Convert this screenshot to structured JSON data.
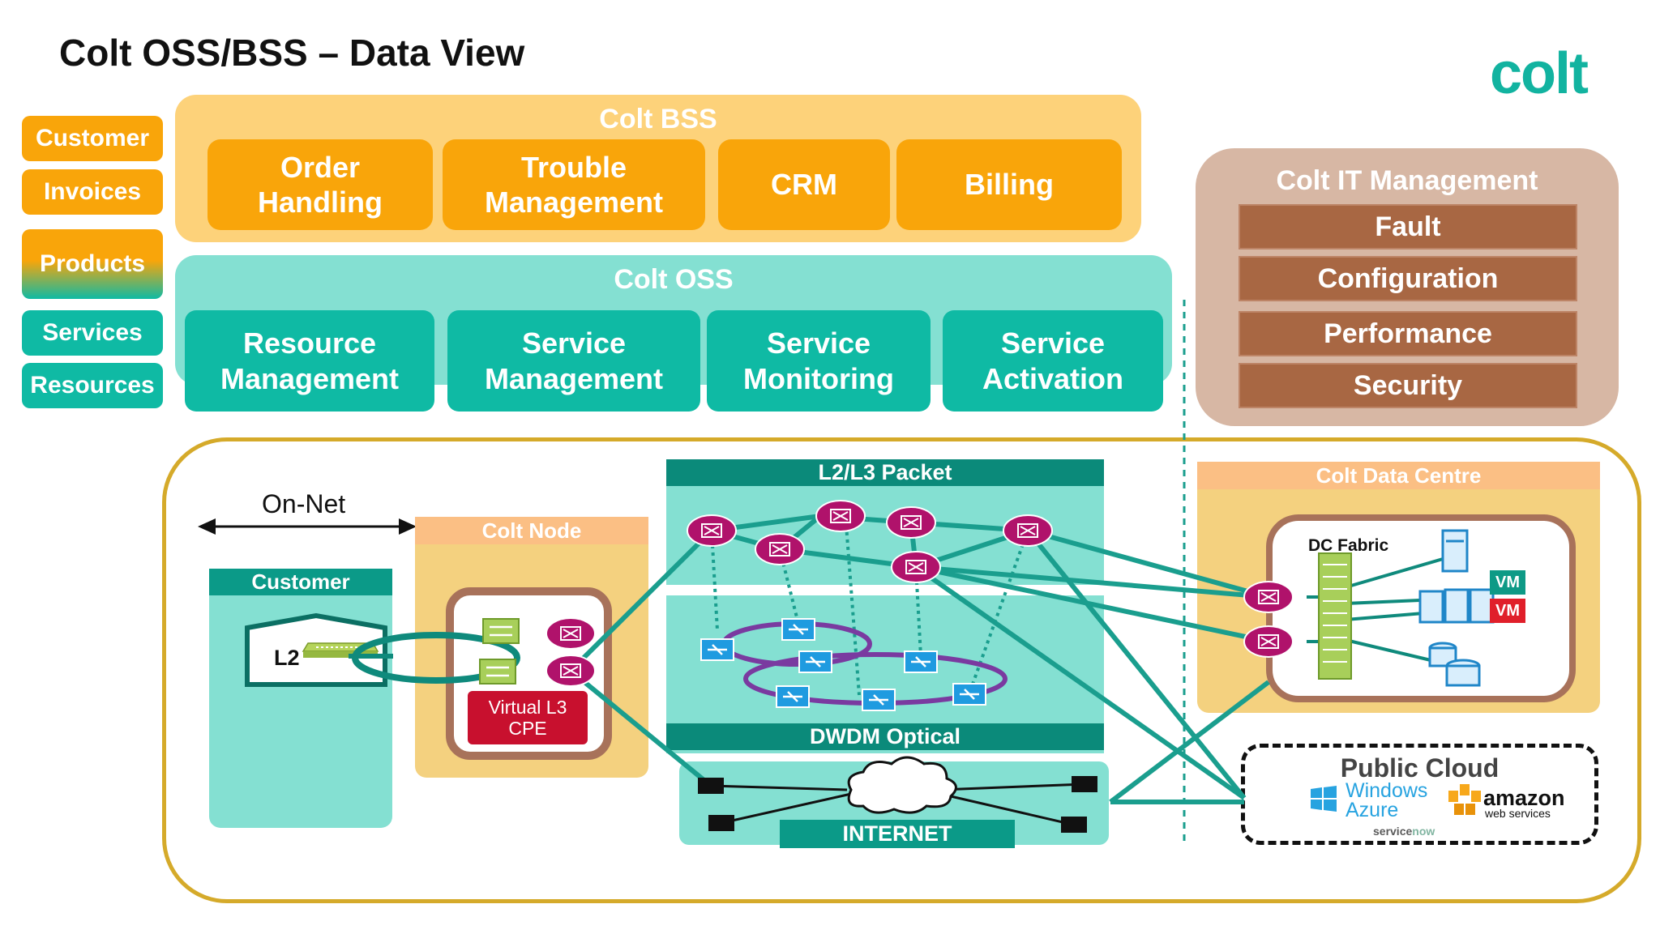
{
  "title": "Colt OSS/BSS – Data View",
  "logo": "colt",
  "legend": [
    "Customer",
    "Invoices",
    "Products",
    "Services",
    "Resources"
  ],
  "bss": {
    "title": "Colt BSS",
    "boxes": [
      "Order\nHandling",
      "Trouble\nManagement",
      "CRM",
      "Billing"
    ]
  },
  "oss": {
    "title": "Colt OSS",
    "boxes": [
      "Resource\nManagement",
      "Service\nManagement",
      "Service\nMonitoring",
      "Service\nActivation"
    ]
  },
  "it_management": {
    "title": "Colt IT Management",
    "items": [
      "Fault",
      "Configuration",
      "Performance",
      "Security"
    ]
  },
  "network": {
    "on_net": "On-Net",
    "customer": "Customer",
    "l2": "L2",
    "colt_node": "Colt Node",
    "virtual_cpe": "Virtual L3\nCPE",
    "packet": "L2/L3 Packet",
    "optical": "DWDM Optical",
    "internet": "INTERNET",
    "data_centre": "Colt Data Centre",
    "dc_fabric": "DC Fabric",
    "vm": "VM",
    "public_cloud": "Public Cloud",
    "azure": "Windows\nAzure",
    "aws": "amazon",
    "aws_sub": "web services",
    "servicenow_a": "service",
    "servicenow_b": "now"
  },
  "colors": {
    "bss_orange": "#f9a50a",
    "oss_teal": "#0fbaa4",
    "it_brown": "#a86743",
    "router_magenta": "#b0126b",
    "optical_purple": "#7a3aa0",
    "link_teal": "#1a9e8e",
    "frame_gold": "#d5aa2a"
  },
  "icons": [
    "router-icon",
    "switch-icon",
    "server-icon",
    "storage-icon",
    "cloud-icon",
    "windows-logo-icon",
    "aws-logo-icon"
  ]
}
